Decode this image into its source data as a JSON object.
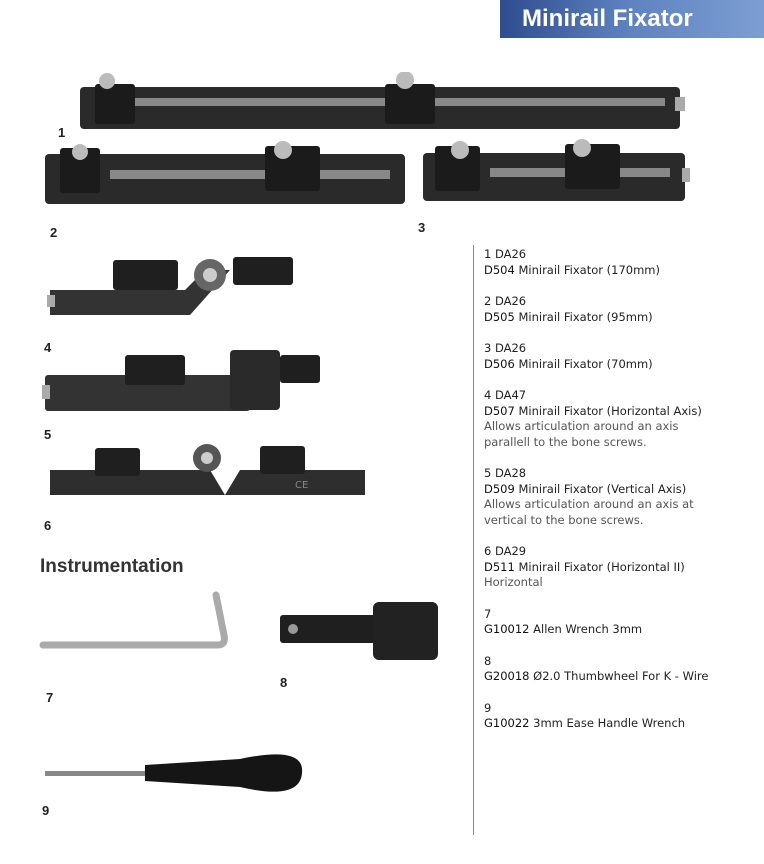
{
  "header": {
    "title": "Minirail Fixator"
  },
  "figure_numbers": [
    "1",
    "2",
    "3",
    "4",
    "5",
    "6",
    "7",
    "8",
    "9"
  ],
  "section_title": "Instrumentation",
  "items": [
    {
      "ref": "1 DA26",
      "code": "D504",
      "name": "Minirail Fixator (170mm)",
      "desc": []
    },
    {
      "ref": "2 DA26",
      "code": "D505",
      "name": "Minirail Fixator (95mm)",
      "desc": []
    },
    {
      "ref": "3 DA26",
      "code": "D506",
      "name": "Minirail Fixator (70mm)",
      "desc": []
    },
    {
      "ref": "4 DA47",
      "code": "D507",
      "name": "Minirail Fixator (Horizontal Axis)",
      "desc": [
        "Allows articulation around an axis",
        "parallell to the bone screws."
      ]
    },
    {
      "ref": "5 DA28",
      "code": "D509",
      "name": "Minirail Fixator (Vertical Axis)",
      "desc": [
        "Allows articulation around an axis at",
        "vertical to the bone screws."
      ]
    },
    {
      "ref": "6 DA29",
      "code": "D511",
      "name": "Minirail Fixator (Horizontal II)",
      "desc": [
        "Horizontal"
      ]
    },
    {
      "ref": "7",
      "code": "G10012",
      "name": "Allen Wrench 3mm",
      "desc": []
    },
    {
      "ref": "8",
      "code": "G20018",
      "name": "Ø2.0 Thumbwheel For K - Wire",
      "desc": []
    },
    {
      "ref": "9",
      "code": "G10022",
      "name": "3mm Ease Handle Wrench",
      "desc": []
    }
  ],
  "ce_mark": "CE"
}
